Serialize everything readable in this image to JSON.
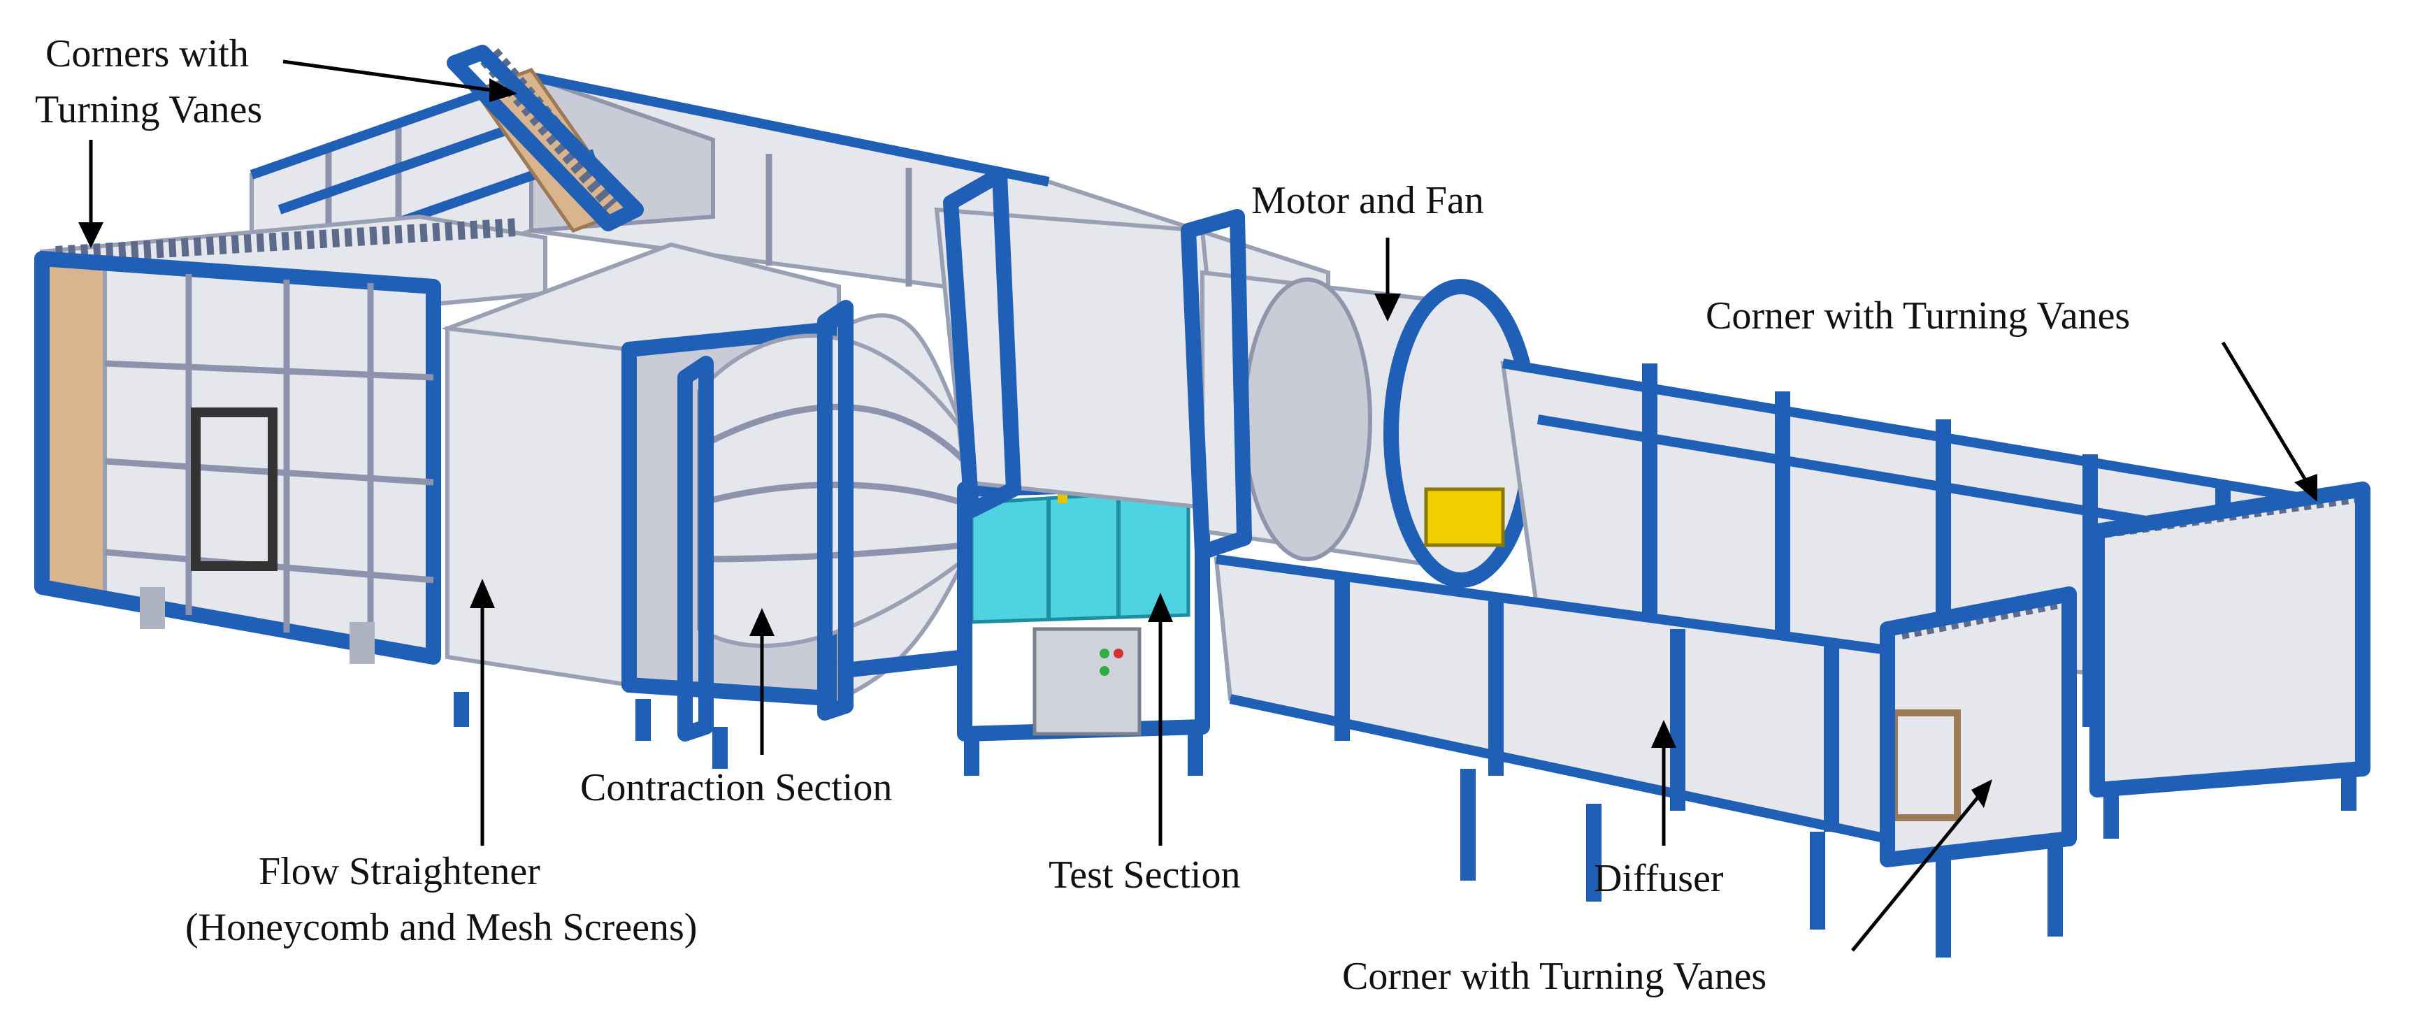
{
  "figure": {
    "labels": {
      "corners_turning_vanes_line1": "Corners with",
      "corners_turning_vanes_line2": "Turning Vanes",
      "motor_and_fan": "Motor and Fan",
      "corner_turning_vanes_right": "Corner with Turning Vanes",
      "contraction_section": "Contraction Section",
      "flow_straightener_line1": "Flow Straightener",
      "flow_straightener_line2": "(Honeycomb and Mesh Screens)",
      "test_section": "Test Section",
      "diffuser": "Diffuser",
      "corner_turning_vanes_bottom": "Corner with Turning Vanes"
    },
    "colors": {
      "frame_blue": "#1f5fb5",
      "panel_grey": "#e6e7ec",
      "wood_panel": "#d9b48c",
      "test_glass_cyan": "#4fd3e3",
      "rail_yellow": "#e8c400"
    }
  }
}
